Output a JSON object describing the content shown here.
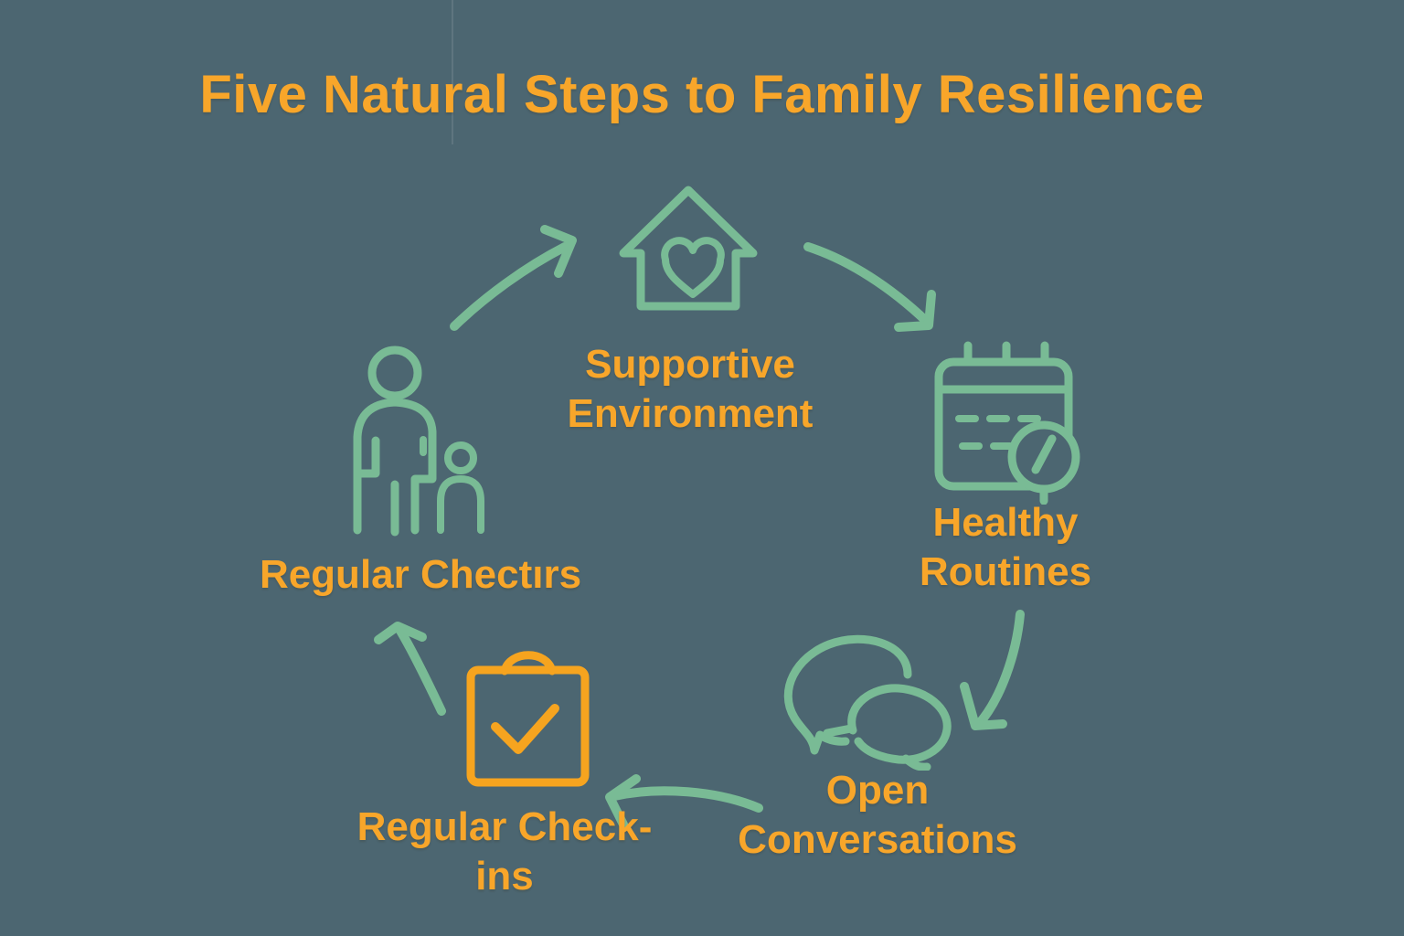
{
  "title": "Five Natural Steps to Family Resilience",
  "steps": [
    {
      "id": "supportive-environment",
      "label": "Supportive Environment",
      "icon": "house-heart-icon"
    },
    {
      "id": "healthy-routines",
      "label": "Healthy Routines",
      "icon": "calendar-clock-icon"
    },
    {
      "id": "open-conversations",
      "label": "Open Conversations",
      "icon": "speech-bubbles-icon"
    },
    {
      "id": "regular-check-ins",
      "label": "Regular Check-ins",
      "icon": "clipboard-check-icon"
    },
    {
      "id": "regular-checturs",
      "label": "Regular Chectırs",
      "icon": "adult-child-icon"
    }
  ],
  "colors": {
    "background": "#4C6671",
    "text_orange": "#F8A62A",
    "icon_green": "#79BB95",
    "icon_orange": "#F6A41F"
  }
}
